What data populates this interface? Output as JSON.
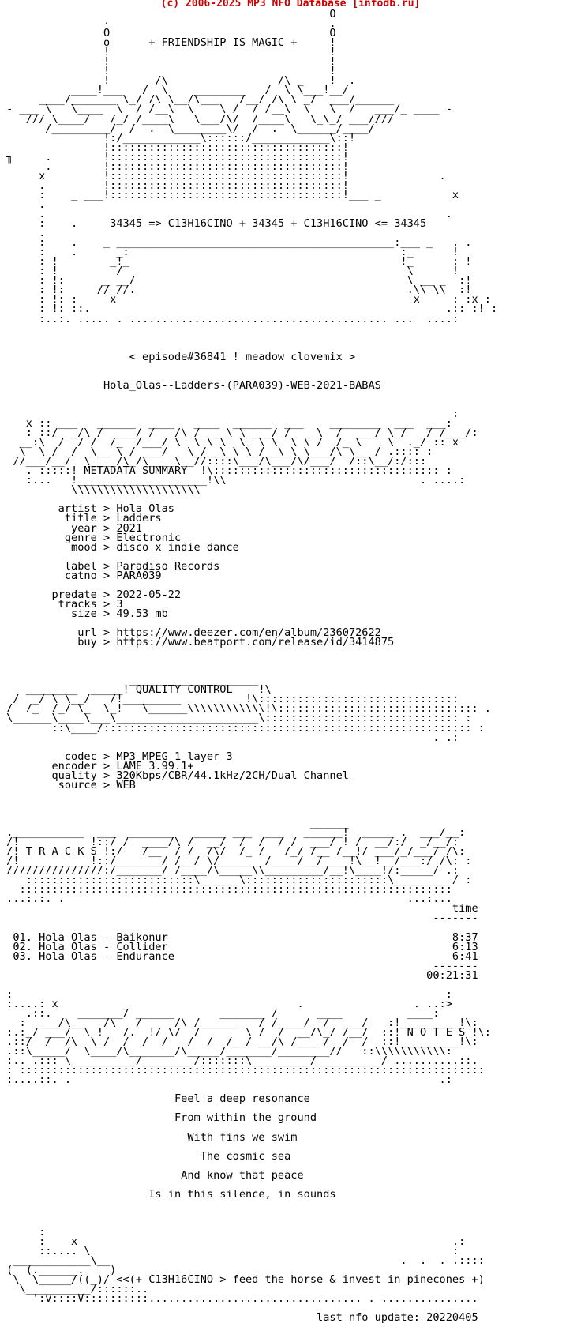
{
  "header": {
    "copyright": "(c) 2006-2025 MP3 NFO Database [infodb.ru]"
  },
  "nfo_lines": [
    "                                                   O",
    "                ·                                  .",
    "                O                                  O",
    "                o      + FRIENDSHIP IS MAGIC +     !",
    "                !                                  !",
    "                !                                  !",
    "                !                                  !",
    "                !       /\\                 /\\ _    !  .",
    "           ____!___   /  \\    ________   /  \\ \\___!__/",
    "      ____/_______ \\_/ /\\ \\__/\\___   /__/ /\\ \\ _/  ___/______",
    " - ___ \\   \\____  \\  / /__\\  \\    \\ /  / /__\\  \\   \\  /   ___/_ ____ -",
    "    /// \\____/   /_/ /____\\   \\___/\\/  /____\\   \\_\\_/ ___////",
    "       /_________/  /  .  \\________\\/  /  .  \\______/____/",
    "                !:/____________\\::::::/____________\\::!",
    "                !::::::::::::::::::::::::::::::::::::!",
    " ╖     .        !::::::::::::::::::::::::::::::::::::!",
    "       .        !::::::::::::::::::::::::::::::::::::!",
    "      x         !::::::::::::::::::::::::::::::::::::!              .",
    "      .         !::::::::::::::::::::::::::::::::::::!",
    "      :    _ ___!::::::::::::::::::::::::::::::::::::!___ _           x",
    "      .",
    "      .                                                              .",
    "      :    .     34345 => C13H16CINO + 34345 + C13H16CINO <= 34345",
    "      .",
    "      :    .    _ ___________________________________________:___ _   . .",
    "      :    .      _:                                          :_      !",
    "      : !        _!_                                          !_      : !",
    "      : !         /                                            \\      !",
    "      : !:      _ __/                                          \\ __ _  :!",
    "      : !:     // //.                                          .\\\\ \\\\  :!",
    "      : !: :     x                                              x     : :x :",
    "      : !: ::.                                                       .:: :! :",
    "      :..:. ..... . ........................................ ...  ....:"
  ],
  "episode": "< episode#36841 ! meadow clovemix >",
  "release_name": "Hola_Olas--Ladders-(PARA039)-WEB-2021-BABAS",
  "metadata_art": [
    "                                                                      :",
    "    x :: ___   ______  ____   ____  ______  ___    ________  ___  ___:",
    "    : ::/  _/\\ /  ___/ /   /\\ /  _ \\ \\ ___/ /  _ \\  /  ___/ \\_/  _/ /___/:",
    "   __:\\  /  / /  /_  /___/ \\  \\ \\ \\  \\  \\ \\  \\ \\ /  /_ \\    \\  ._/ :: x",
    "  _\\  \\ /  / _\\__ \\ / ___/   \\_/__\\_\\ \\_/__\\_\\ \\___/\\_\\___/ .:::: :",
    "  //___/__/  \\____/\\_/\\____\\__//::::\\___/\\___/\\/___/  /::\\__/:/:::",
    "    . :::::! METADATA SUMMARY  !\\::::::::::::::::::::::::::::::::::: :",
    "    :...   !____________________!\\\\                              . ....:",
    "           \\\\\\\\\\\\\\\\\\\\\\\\\\\\\\\\\\\\\\\\"
  ],
  "metadata": [
    {
      "key": "artist",
      "value": "Hola Olas"
    },
    {
      "key": "title",
      "value": "Ladders"
    },
    {
      "key": "year",
      "value": "2021"
    },
    {
      "key": "genre",
      "value": "Electronic"
    },
    {
      "key": "mood",
      "value": "disco x indie dance"
    },
    {
      "key": "",
      "value": ""
    },
    {
      "key": "label",
      "value": "Paradiso Records"
    },
    {
      "key": "catno",
      "value": "PARA039"
    },
    {
      "key": "",
      "value": ""
    },
    {
      "key": "predate",
      "value": "2022-05-22"
    },
    {
      "key": "tracks",
      "value": "3"
    },
    {
      "key": "size",
      "value": "49.53 mb"
    },
    {
      "key": "",
      "value": ""
    },
    {
      "key": "url",
      "value": "https://www.deezer.com/en/album/236072622"
    },
    {
      "key": "buy",
      "value": "https://www.beatport.com/release/id/3414875"
    }
  ],
  "quality_art": [
    "                    ____________________",
    "    ________  _____! QUALITY CONTROL    !\\",
    "  /  _/ \\ \\__/   /!_________          !\\:::::::::::::::::::::::::::::::",
    " /  /_  /_/ \\_  \\_!   \\______\\\\\\\\\\\\\\\\\\\\\\\\!\\::::::::::::::::::::::::::::::: .",
    " \\______\\____\\___\\______________________\\:::::::::::::::::::::::::::::: :",
    "        ::\\____/::::::::::::::::::::::::::::::::::::::::::::::::::::::::: :",
    "                                                                   . .:"
  ],
  "quality": [
    {
      "key": "codec",
      "value": "MP3 MPEG 1 layer 3"
    },
    {
      "key": "encoder",
      "value": "LAME 3.99.1+"
    },
    {
      "key": "quality",
      "value": "320Kbps/CBR/44.1kHz/2CH/Dual Channel"
    },
    {
      "key": "source",
      "value": "WEB"
    }
  ],
  "tracks_art": [
    "                                                ______",
    " .___________  ___  _______   _____ ___  ___   ______!  _____ .  ___/__:",
    " /!           !::/ /  ____/\\ /  __/  /  /  / /  ___/ ! /  __/:/  _/__/:",
    " /! T R A C K S !:/   /__  / /  /\\/  /_ /   /_/ /__ /__!/ ___/_/___/ /\\:",
    " /!___________!::/_______/ /__/ \\/_______/____/__/____!\\__!__/___:/ /\\: :",
    " ///////////////:/_______/ /____/\\_____\\\\_________/__!\\____!/:_____/ .:",
    "    ::::::::::::::::::::::::::\\______\\::::::::::::::::::::::\\_________/ :",
    "   :::::::::::::::::::::::::::::::::::::::::::::::::::::::::::::::::::",
    " ...:.:. .                                                     ...:..."
  ],
  "tracks_header": "time",
  "tracks_separator": "-------",
  "tracks": [
    {
      "num": "01.",
      "title": "Hola Olas - Baikonur",
      "time": "8:37"
    },
    {
      "num": "02.",
      "title": "Hola Olas - Collider",
      "time": "6:13"
    },
    {
      "num": "03.",
      "title": "Hola Olas - Endurance",
      "time": "6:41"
    }
  ],
  "tracks_total": "00:21:31",
  "notes_art": [
    " :                                                                   :",
    " :....: x          _                          .                 . ..:>",
    "    .::.    _______/ ______       _______ /      ____          ____:",
    "   :  ___/\\__   /\\   /  _  /\\ /______   / /____/  /  ___/   :!_________!\\:",
    " :.:_/ ___/  \\ !   /.  !/ \\/  /       \\ /  /  __/\\_/ /__/  ::! N O T E S !\\:",
    " .::/  /  /\\  \\_/  /  /  /   /  /  /__/ __/\\ /___ /  /  /  ::!_________!\\:",
    " .::\\_____/  \\____/\\_______/\\_____/_______/________//   ::\\\\\\\\\\\\\\\\\\\\\\:",
    " :.. .::: \\__________/________/:::::::\\_________/__________/ ..........::.",
    " : ::::::::::::::::::::::::::::::::::::::::::::::::::::::::::::::::::::::::",
    " :....::. .                                                         .:"
  ],
  "notes": [
    "Feel a deep resonance",
    "From within the ground",
    "With fins we swim",
    "The cosmic sea",
    "And know that peace",
    "Is in this silence, in sounds"
  ],
  "footer_art": [
    "      :",
    "      :    x                                                          .:",
    "      ::.... \\                                                        :",
    "  ____________\\__                                             .  .  . .::::",
    " (  (.______.    )",
    "  \\  \\_____/((_)/ <<(+ C13H16CINO > feed the horse & invest in pinecones +)",
    "   \\__________/::::::..",
    "     ':v::::V::::::::::................................. . ..............."
  ],
  "last_update": "last nfo update: 20220405"
}
